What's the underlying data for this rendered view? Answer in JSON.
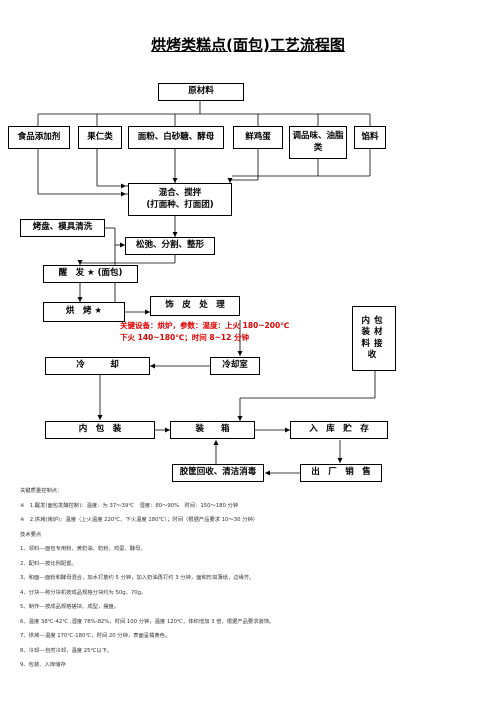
{
  "title": "烘烤类糕点(面包)工艺流程图",
  "nodes": {
    "raw": "原材料",
    "additive": "食品添加剂",
    "nuts": "果仁类",
    "flour": "面粉、白砂糖、酵母",
    "egg": "鲜鸡蛋",
    "seasoning": "调品味、油脂类",
    "filling": "馅料",
    "mix": "混合、搅拌\n(打面种、打面团)",
    "tray_clean": "烤盘、模具清洗",
    "shape": "松弛、分割、整形",
    "proof": "醒　发 ★ (面包)",
    "bake": "烘　烤 ★",
    "decorate": "饰　皮　处　理",
    "inner_pack_receive": "内包装材料接收",
    "cool": "冷　　　却",
    "cooling_room": "冷却室",
    "inner_pack": "内　包　装",
    "boxing": "装　　箱",
    "storage": "入　库　贮　存",
    "crate_clean": "胶筐回收、清洁消毒",
    "ship": "出　厂　销　售"
  },
  "annotations": {
    "line1": "关键设备：烘炉，参数：温度：上火 180~200℃",
    "line2": "下火 140~180℃；时间 8~12 分钟"
  },
  "notes": [
    "关键质量控制点：",
    "※　1.醒发(面包发酵控制)：温度：为 37～39℃　湿度：80～90%　时间：150～180 分钟",
    "※　2.烘烤(烤炉)：温度（上火温度 220℃、下火温度 180℃）；时间（根据产品要求 10～30 分钟）",
    "技术要点",
    "1、领料---面包专用粉、黄奶油、奶粉、鸡蛋、酵母。",
    "2、配料---按比例配置。",
    "3、和面---面粉和酵母混合，加水打筋约 5 分钟，加入奶油再打约 3 分钟，面和形如薄纸，边缘齐。",
    "4、分块---称分块机按成品规格分块约为 50g、70g。",
    "5、制作---按成品规格搓块、成型，摆盘。",
    "6、温度 38℃-42℃ ,湿度 78%-82%，时间 100 分钟，温度 120℃，体积增加 3 倍，根据产品要求装饰。",
    "7、烘烤---温度 170℃-180℃，时间 20 分钟，表面呈橘黄色。",
    "8、冷却---自然冷却，温度 25℃以下。",
    "9、包装、入库储存"
  ]
}
